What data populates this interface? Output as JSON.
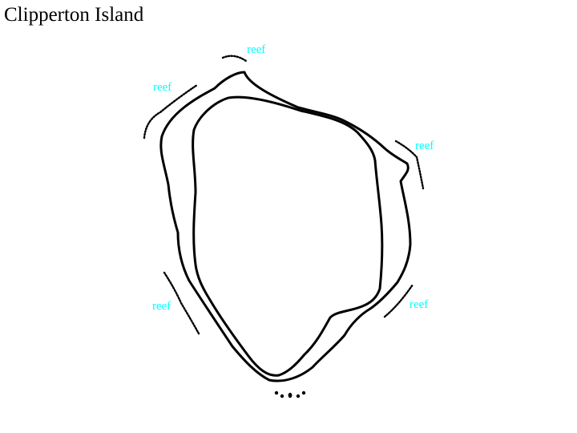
{
  "title": "Clipperton Island",
  "colors": {
    "label": "#00ffff",
    "outline": "#000000",
    "background": "#ffffff"
  },
  "reefs": [
    {
      "id": "north",
      "label": "reef"
    },
    {
      "id": "northwest",
      "label": "reef"
    },
    {
      "id": "east",
      "label": "reef"
    },
    {
      "id": "southwest",
      "label": "reef"
    },
    {
      "id": "southeast",
      "label": "reef"
    }
  ],
  "features": {
    "outer_coast": "outer-coastline",
    "lagoon_shore": "lagoon-shoreline",
    "south_rocks": "rock-dots"
  }
}
